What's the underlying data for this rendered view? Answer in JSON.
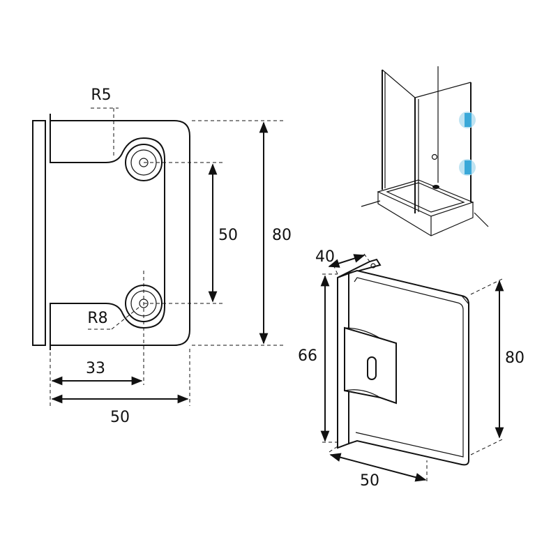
{
  "front_view": {
    "radius_top": "R5",
    "radius_bottom": "R8",
    "dim_hole_spacing": "50",
    "dim_height": "80",
    "dim_hole_offset": "33",
    "dim_width": "50"
  },
  "iso_view": {
    "dim_depth": "40",
    "dim_back_height": "66",
    "dim_front_height": "80",
    "dim_width": "50"
  },
  "shower_view": {
    "accent_color": "#3aa8d8"
  }
}
